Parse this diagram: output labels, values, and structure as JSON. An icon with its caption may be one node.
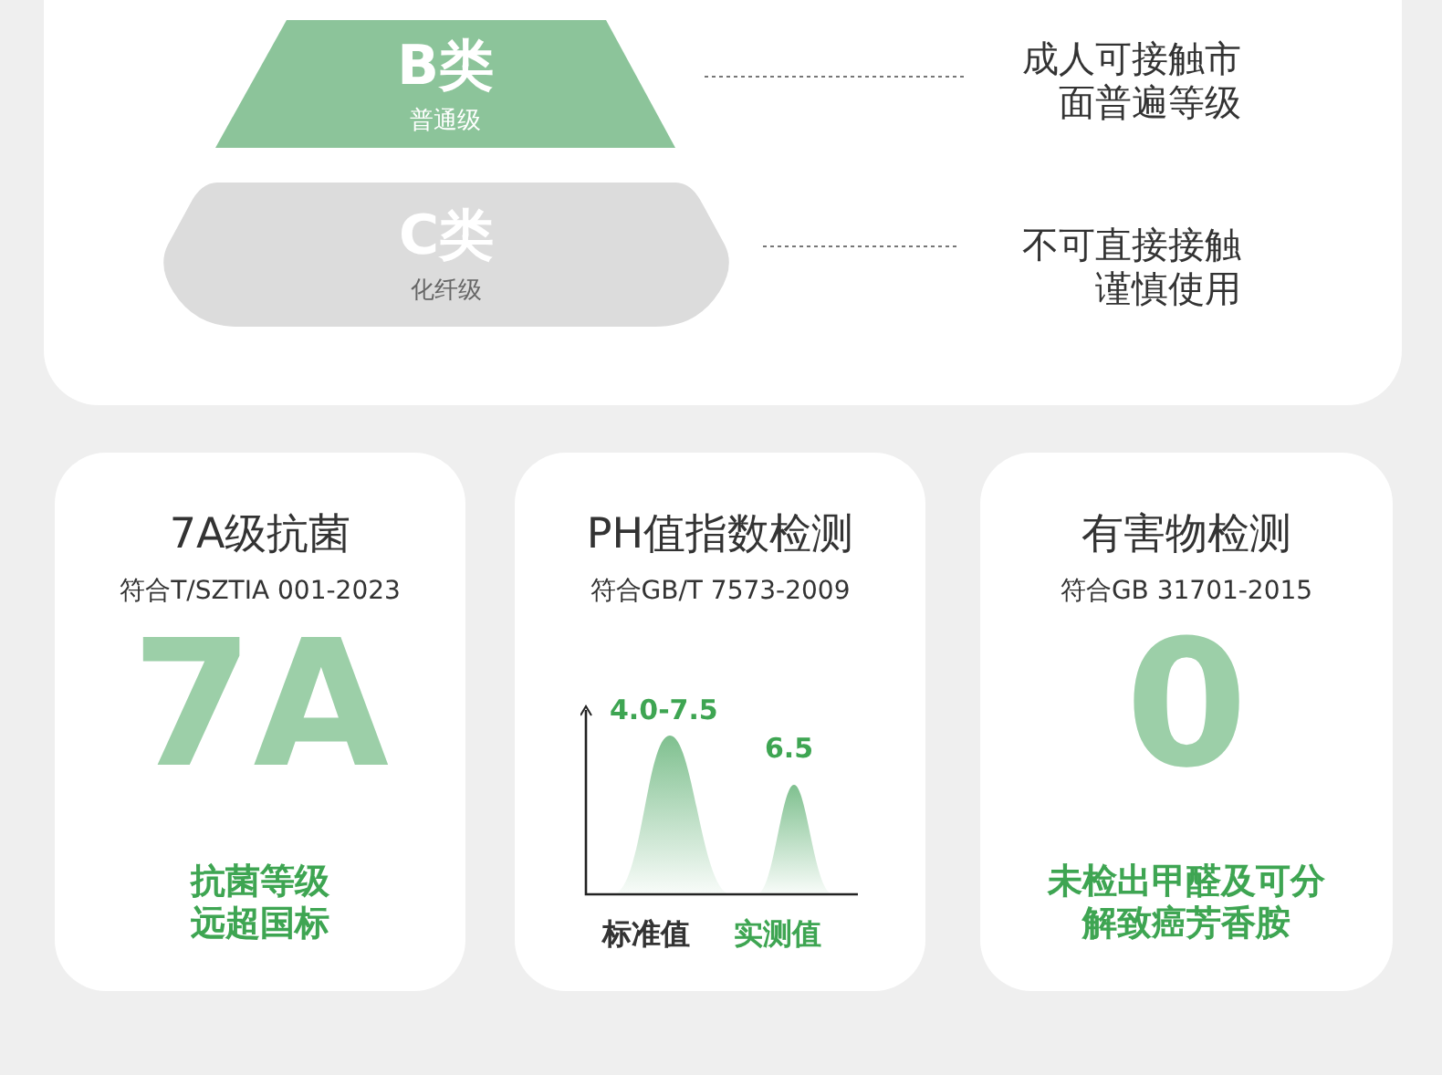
{
  "diagram": {
    "nodes": [
      {
        "text": [
          "B类",
          "普通级"
        ]
      },
      {
        "text": [
          "成人可接触市面普遍等级"
        ]
      },
      {
        "text": [
          "C类",
          "化纤级"
        ]
      },
      {
        "text": [
          "不可直接接触谨慎使用"
        ]
      },
      {
        "text": [
          "7A级抗菌",
          "符合T/SZTIA 001-2023",
          "7A",
          "抗菌等级远超国标"
        ]
      },
      {
        "text": [
          "PH值指数检测",
          "符合GB/T 7573-2009",
          "4.0-7.5",
          "6.5",
          "标准值",
          "实测值"
        ]
      },
      {
        "text": [
          "有害物检测",
          "符合GB 31701-2015",
          "0",
          "未检出甲醛及可分解致癌芳香胺"
        ]
      }
    ],
    "edges": [
      {
        "from": 0,
        "to": 1,
        "arrow": "none",
        "style": "dashed"
      },
      {
        "from": 2,
        "to": 3,
        "arrow": "none",
        "style": "dashed"
      }
    ]
  }
}
